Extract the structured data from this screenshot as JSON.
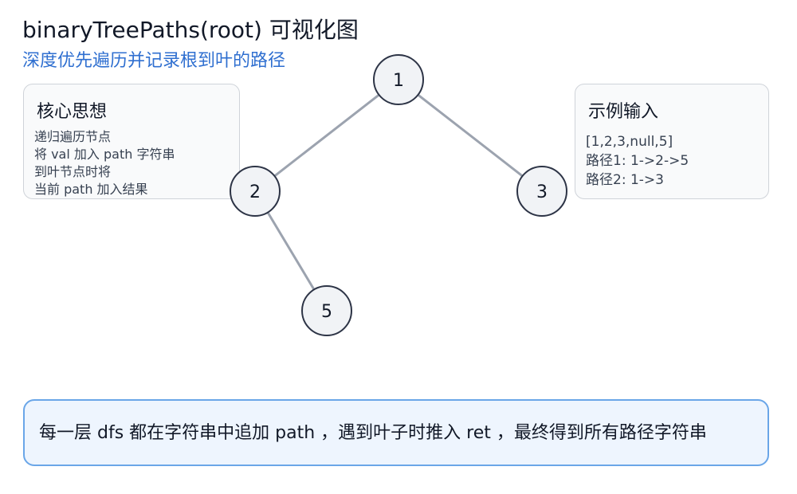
{
  "header": {
    "title": "binaryTreePaths(root) 可视化图",
    "subtitle": "深度优先遍历并记录根到叶的路径"
  },
  "left_panel": {
    "title": "核心思想",
    "lines": [
      "递归遍历节点",
      "将 val 加入 path 字符串",
      "到叶节点时将",
      "当前 path 加入结果"
    ]
  },
  "right_panel": {
    "title": "示例输入",
    "lines": [
      "[1,2,3,null,5]",
      "路径1: 1->2->5",
      "路径2: 1->3"
    ]
  },
  "tree": {
    "nodes": [
      {
        "id": "n1",
        "label": "1"
      },
      {
        "id": "n2",
        "label": "2"
      },
      {
        "id": "n3",
        "label": "3"
      },
      {
        "id": "n5",
        "label": "5"
      }
    ],
    "edges": [
      [
        "n1",
        "n2"
      ],
      [
        "n1",
        "n3"
      ],
      [
        "n2",
        "n5"
      ]
    ],
    "colors": {
      "node_fill": "#f1f3f6",
      "node_stroke": "#2d3446",
      "edge": "#9ca3af",
      "text": "#111827"
    }
  },
  "footer": {
    "text": "每一层 dfs 都在字符串中追加 path ，遇到叶子时推入 ret ，最终得到所有路径字符串"
  }
}
